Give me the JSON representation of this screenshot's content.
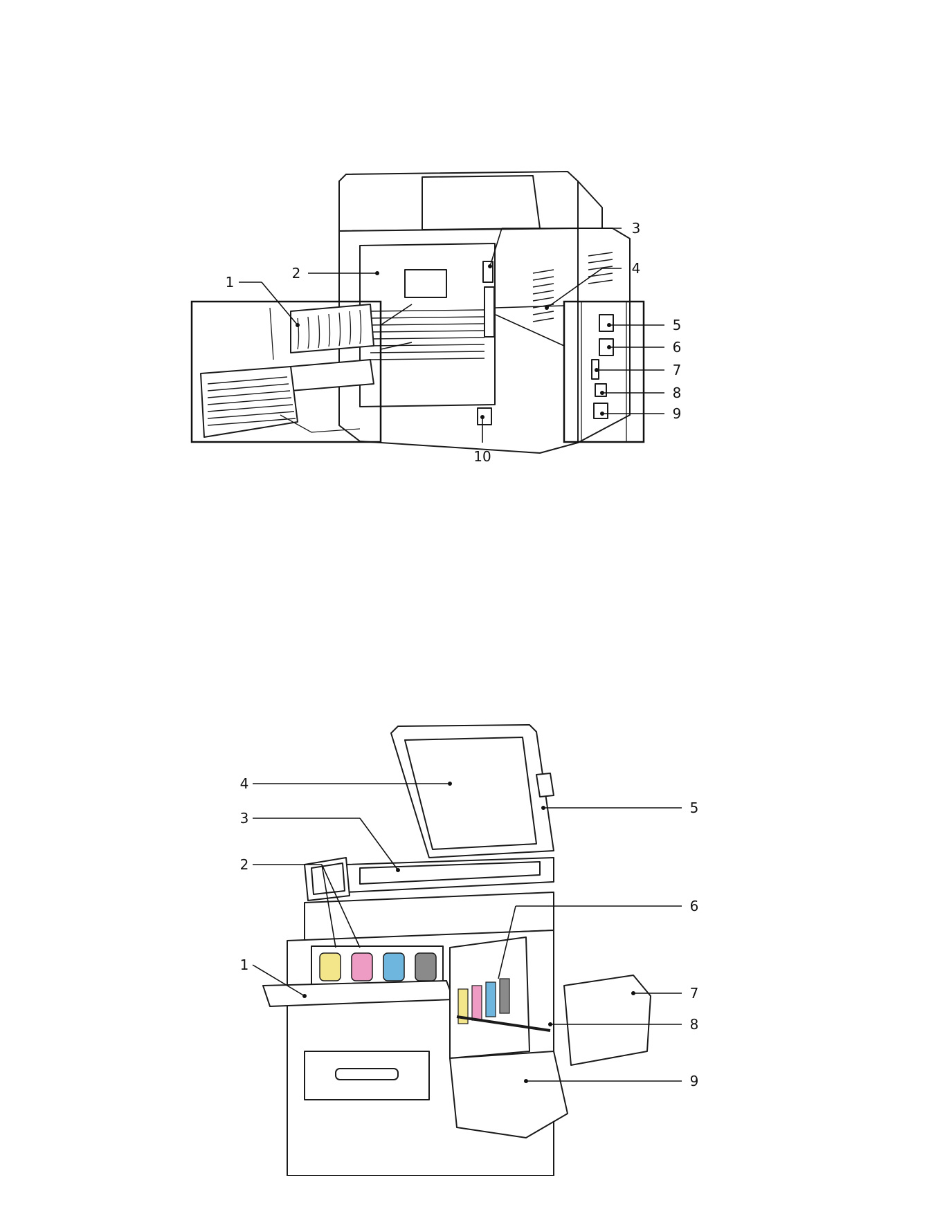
{
  "rear_view": {
    "callouts": [
      "1",
      "2",
      "3",
      "4",
      "5",
      "6",
      "7",
      "8",
      "9",
      "10"
    ]
  },
  "front_view": {
    "callouts": [
      "1",
      "2",
      "3",
      "4",
      "5",
      "6",
      "7",
      "8",
      "9"
    ],
    "toner_colors": {
      "yellow": "#f3e58a",
      "magenta": "#ef9cc4",
      "cyan": "#6fb6df",
      "black": "#8a8a8a"
    }
  }
}
